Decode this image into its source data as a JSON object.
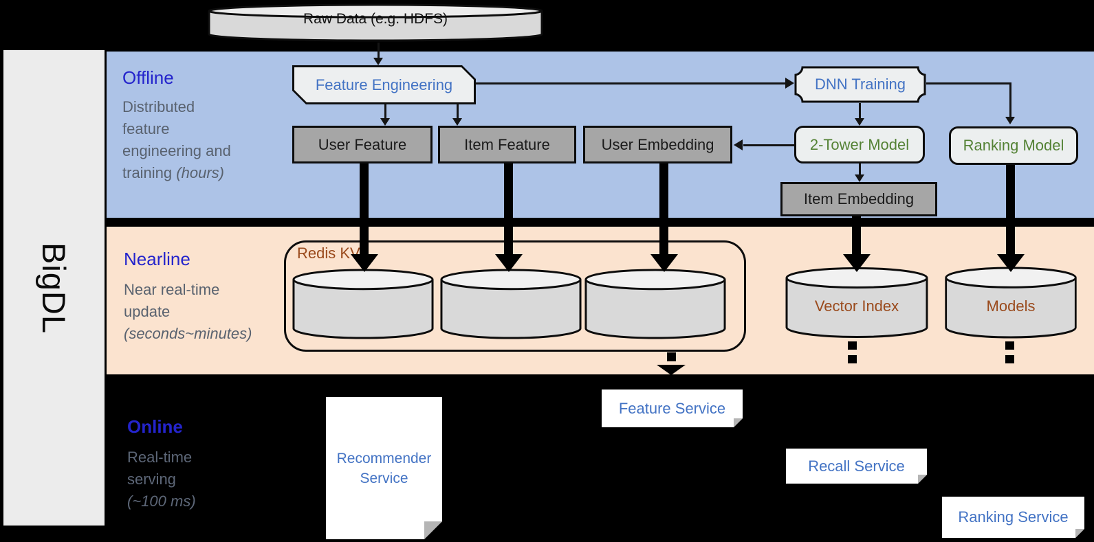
{
  "brand": "BigDL",
  "raw_data_label": "Raw Data (e.g. HDFS)",
  "sections": {
    "offline": {
      "title": "Offline",
      "subtitle_lines": [
        "Distributed",
        "feature",
        "engineering and"
      ],
      "subtitle_tail": "training ",
      "subtitle_italic": "(hours)"
    },
    "nearline": {
      "title": "Nearline",
      "subtitle_lines": [
        "Near real-time",
        "update"
      ],
      "subtitle_tail": "",
      "subtitle_italic": "(seconds~minutes)"
    },
    "online": {
      "title": "Online",
      "subtitle_lines": [
        "Real-time",
        "serving"
      ],
      "subtitle_tail": "",
      "subtitle_italic": "(~100 ms)"
    }
  },
  "nodes": {
    "feature_engineering": "Feature Engineering",
    "user_feature": "User Feature",
    "item_feature": "Item Feature",
    "user_embedding": "User Embedding",
    "dnn_training": "DNN Training",
    "two_tower_model": "2-Tower Model",
    "ranking_model": "Ranking Model",
    "item_embedding": "Item Embedding",
    "redis_kv": "Redis KV",
    "vector_index": "Vector Index",
    "models": "Models",
    "recommender_service": "Recommender Service",
    "feature_service": "Feature Service",
    "recall_service": "Recall Service",
    "ranking_service": "Ranking Service"
  },
  "colors": {
    "background": "#000000",
    "offline_band": "#adc3e7",
    "nearline_band": "#fbe3cf",
    "sidebar_fill": "#ececec",
    "section_title_blue": "#2424cc",
    "subtitle_gray": "#59626f",
    "node_text_blue": "#4373c4",
    "node_text_green": "#548235",
    "node_text_brown": "#9a4a1c",
    "gray_box_fill": "#a6a6a6",
    "light_box_fill": "#edeff0",
    "cylinder_body": "#d9d9d9",
    "cylinder_top": "#f1f1f1"
  }
}
